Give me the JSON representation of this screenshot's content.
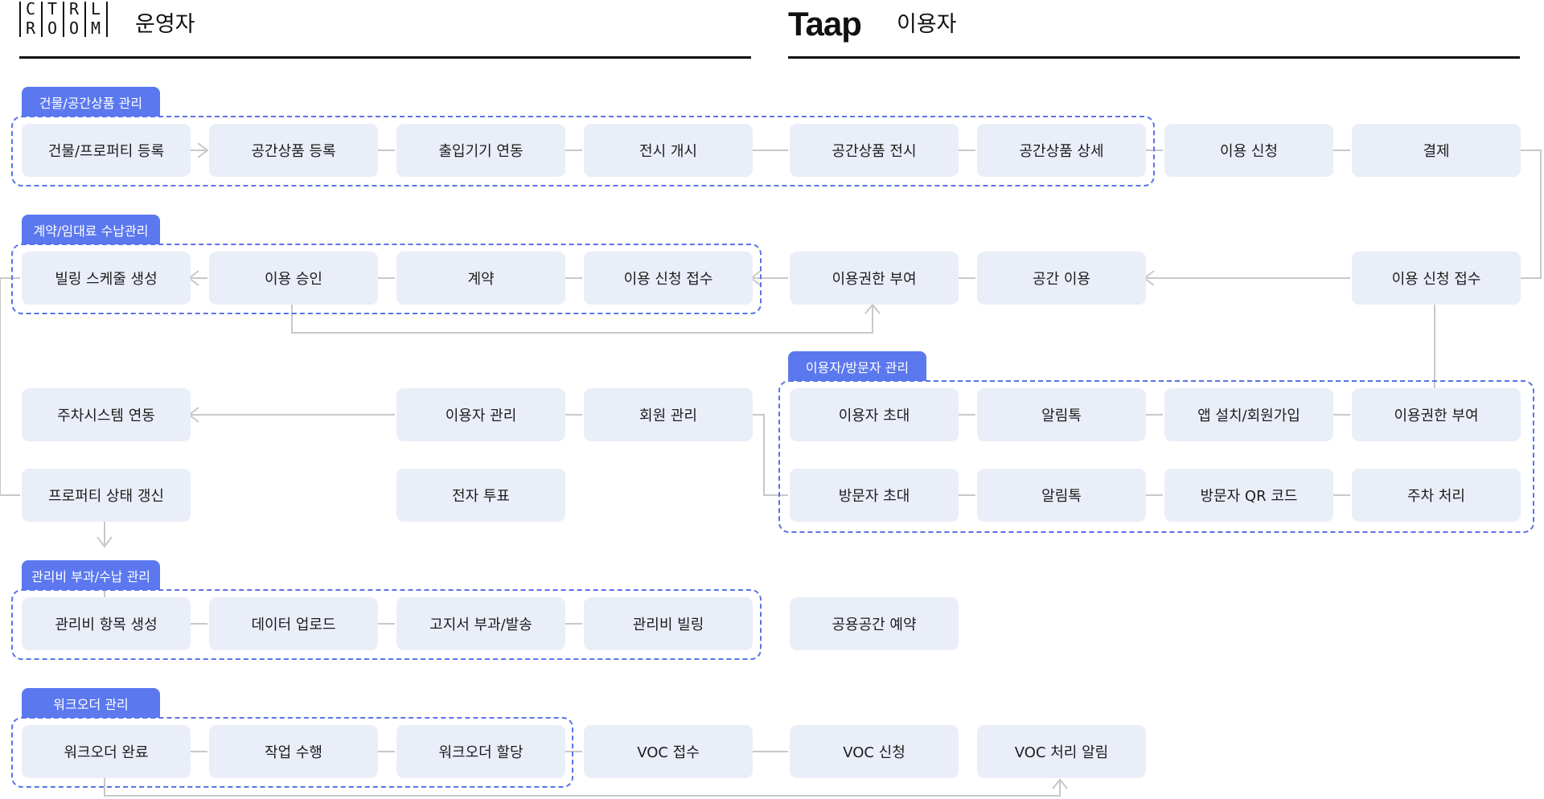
{
  "header": {
    "operator_logo_letters": [
      "C",
      "T",
      "R",
      "L",
      "R",
      "O",
      "O",
      "M"
    ],
    "operator_label": "운영자",
    "user_logo": "Taap",
    "user_label": "이용자"
  },
  "groups": {
    "building": "건물/공간상품 관리",
    "contract": "계약/임대료 수납관리",
    "visitor": "이용자/방문자 관리",
    "fee": "관리비 부과/수납 관리",
    "workorder": "워크오더 관리"
  },
  "nodes": {
    "r1": [
      "건물/프로퍼티 등록",
      "공간상품 등록",
      "출입기기 연동",
      "전시 개시",
      "공간상품 전시",
      "공간상품 상세",
      "이용 신청",
      "결제"
    ],
    "r2": [
      "빌링 스케줄 생성",
      "이용 승인",
      "계약",
      "이용 신청 접수",
      "이용권한 부여",
      "공간 이용",
      "이용 신청 접수"
    ],
    "r3": [
      "주차시스템 연동",
      "이용자 관리",
      "회원 관리",
      "이용자 초대",
      "알림톡",
      "앱 설치/회원가입",
      "이용권한 부여"
    ],
    "r4": [
      "프로퍼티 상태 갱신",
      "전자 투표",
      "방문자 초대",
      "알림톡",
      "방문자 QR 코드",
      "주차 처리"
    ],
    "r5": [
      "관리비 항목 생성",
      "데이터 업로드",
      "고지서 부과/발송",
      "관리비 빌링",
      "공용공간 예약"
    ],
    "r6": [
      "워크오더 완료",
      "작업 수행",
      "워크오더 할당",
      "VOC 접수",
      "VOC 신청",
      "VOC 처리 알림"
    ]
  },
  "colors": {
    "accent": "#5b78ef",
    "node_bg": "#eaeef8",
    "connector": "#c8c8c8"
  }
}
